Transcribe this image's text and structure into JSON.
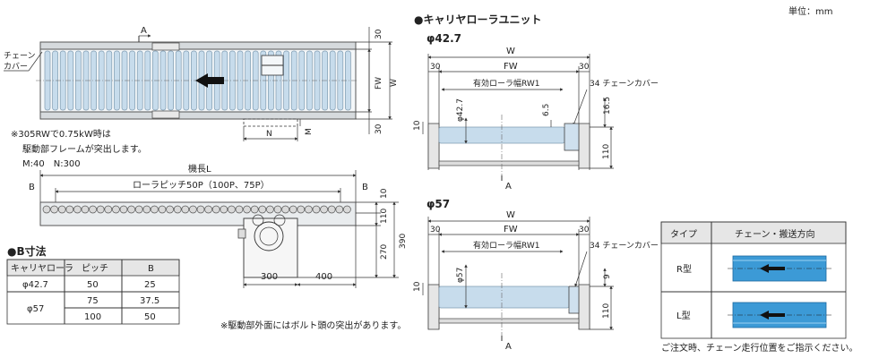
{
  "unit_label": "単位：mm",
  "plan": {
    "chain_cover": [
      "チェーン",
      "カバー"
    ],
    "section_mark": "A",
    "dims": {
      "top": "30",
      "fw": "FW",
      "w": "W",
      "bottom": "30",
      "n": "N",
      "m": "M"
    }
  },
  "notes": {
    "drive_protrusion": [
      "※305RWで0.75kW時は",
      "駆動部フレームが突出します。",
      "M:40　N:300"
    ],
    "bolt": "※駆動部外面にはボルト頭の突出があります。",
    "order": "ご注文時、チェーン走行位置をご指示ください。"
  },
  "side": {
    "length_label": "機長L",
    "pitch_label": "ローラピッチ50P（100P、75P）",
    "b_left": "B",
    "b_right": "B",
    "dims": {
      "d10": "10",
      "d110": "110",
      "d270": "270",
      "d390": "390",
      "d300": "300",
      "d400": "400"
    }
  },
  "b_table": {
    "title": "●B寸法",
    "headers": [
      "キャリヤローラ",
      "ピッチ",
      "B"
    ],
    "rows": [
      {
        "roller": "φ42.7",
        "pitch": "50",
        "b": "25"
      },
      {
        "roller": "φ57",
        "pitch": "75",
        "b": "37.5"
      },
      {
        "roller": "",
        "pitch": "100",
        "b": "50"
      }
    ]
  },
  "carrier": {
    "title": "●キャリヤローラユニット",
    "units": [
      {
        "label": "φ42.7",
        "w": "W",
        "fw": "FW",
        "left": "30",
        "right": "30",
        "eff": "有効ローラ幅RW1",
        "cover": "34 チェーンカバー",
        "dia": "φ42.7",
        "d65": "6.5",
        "d165": "16.5",
        "d10": "10",
        "d110": "110",
        "section": "A"
      },
      {
        "label": "φ57",
        "w": "W",
        "fw": "FW",
        "left": "30",
        "right": "30",
        "eff": "有効ローラ幅RW1",
        "cover": "34 チェーンカバー",
        "dia": "φ57",
        "d9": "9",
        "d10": "10",
        "d110": "110",
        "section": "A"
      }
    ]
  },
  "type_table": {
    "headers": [
      "タイプ",
      "チェーン・搬送方向"
    ],
    "rows": [
      "R型",
      "L型"
    ]
  },
  "colors": {
    "roller": "#c7dcec",
    "arrow_box": "#3c9ad6",
    "header_bg": "#e6e6e6"
  }
}
